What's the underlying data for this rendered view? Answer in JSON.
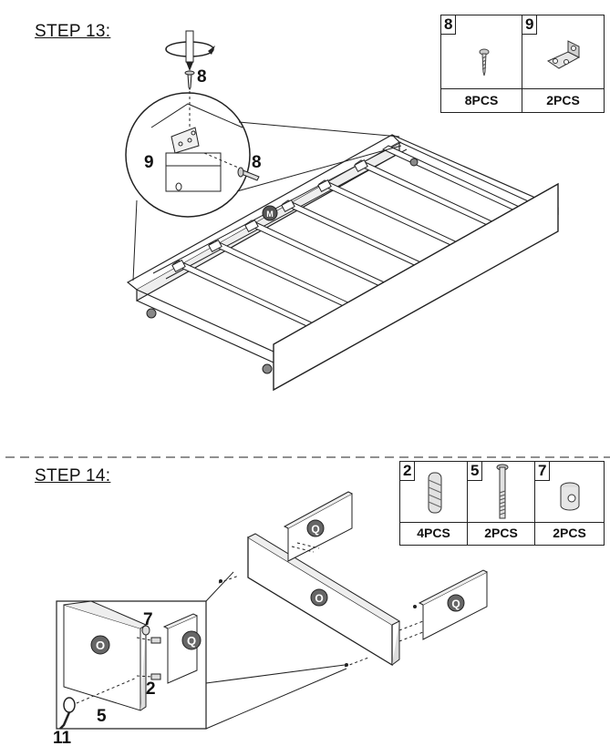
{
  "step13": {
    "title": "STEP 13:",
    "parts": [
      {
        "number": "8",
        "quantity": "8PCS",
        "icon": "screw-icon"
      },
      {
        "number": "9",
        "quantity": "2PCS",
        "icon": "bracket-icon"
      }
    ],
    "callouts": {
      "screw_top": "8",
      "bracket": "9",
      "screw_side": "8"
    },
    "panel_letter": "M"
  },
  "step14": {
    "title": "STEP 14:",
    "parts": [
      {
        "number": "2",
        "quantity": "4PCS",
        "icon": "dowel-icon"
      },
      {
        "number": "5",
        "quantity": "2PCS",
        "icon": "bolt-icon"
      },
      {
        "number": "7",
        "quantity": "2PCS",
        "icon": "cam-nut-icon"
      }
    ],
    "callouts": {
      "nut": "7",
      "dowel": "2",
      "bolt": "5",
      "wrench": "11"
    },
    "panel_letters": {
      "front": "O",
      "side": "Q"
    }
  }
}
